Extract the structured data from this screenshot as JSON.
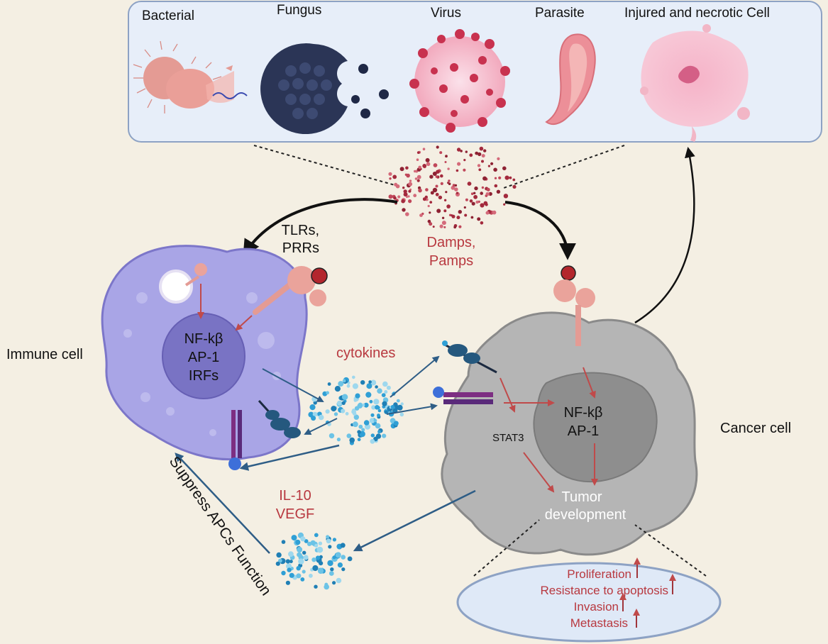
{
  "pathogens": {
    "bacterial": "Bacterial",
    "fungus": "Fungus",
    "virus": "Virus",
    "parasite": "Parasite",
    "necrotic": "Injured and necrotic Cell"
  },
  "receptors": {
    "line1": "TLRs,",
    "line2": "PRRs"
  },
  "damps": {
    "line1": "Damps,",
    "line2": "Pamps"
  },
  "immune_cell": {
    "label": "Immune cell",
    "nucleus": [
      "NF-kβ",
      "AP-1",
      "IRFs"
    ]
  },
  "cytokines": "cytokines",
  "cancer_cell": {
    "label": "Cancer cell",
    "nucleus": [
      "NF-kβ",
      "AP-1"
    ],
    "stat3": "STAT3",
    "tumor": [
      "Tumor",
      "development"
    ]
  },
  "secreted": {
    "line1": "IL-10",
    "line2": "VEGF"
  },
  "suppress": "Suppress APCs Function",
  "outcomes": [
    "Proliferation",
    "Resistance to apoptosis",
    "Invasion",
    "Metastasis"
  ],
  "colors": {
    "background": "#f4efe3",
    "accent_red": "#b8383f",
    "arrow_blue": "#2e5d86",
    "immune_cell": "#a9a5e6",
    "cancer_cell": "#b5b5b5",
    "pathogen_panel": "#e7eef9"
  }
}
